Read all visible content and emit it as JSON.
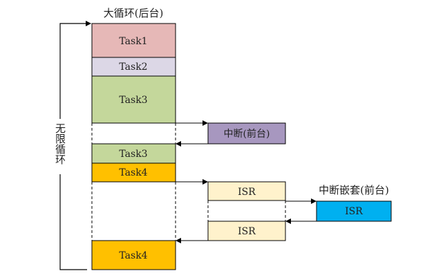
{
  "background_title": "大循环(后台)",
  "loop_label": "无限循环",
  "interrupt_label": "中断(前台)",
  "nested_label": "中断嵌套(前台)",
  "tasks": [
    "Task1",
    "Task2",
    "Task3",
    "Task3",
    "Task4",
    "Task4"
  ],
  "isr": [
    "ISR",
    "ISR",
    "ISR"
  ],
  "colors": {
    "task1": "#e6b8b7",
    "task2": "#dcd7e6",
    "task3": "#c4d79b",
    "task4": "#ffc000",
    "interrupt": "#a797bf",
    "isr": "#fff2cc",
    "nested_isr": "#00b0f0"
  }
}
